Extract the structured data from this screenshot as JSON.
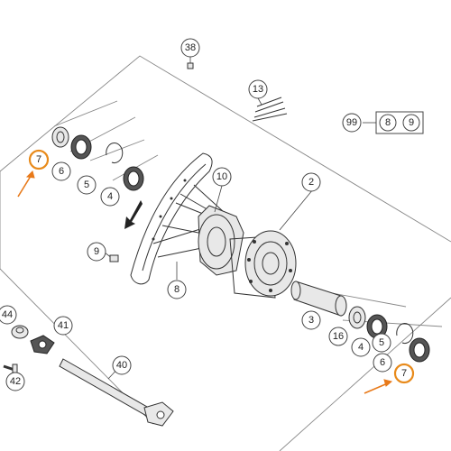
{
  "diagram": {
    "callouts": [
      {
        "id": "c38",
        "label": "38"
      },
      {
        "id": "c13",
        "label": "13"
      },
      {
        "id": "c99",
        "label": "99"
      },
      {
        "id": "c99a",
        "label": "8"
      },
      {
        "id": "c99b",
        "label": "9"
      },
      {
        "id": "c7a",
        "label": "7",
        "highlight": true
      },
      {
        "id": "c6a",
        "label": "6"
      },
      {
        "id": "c5a",
        "label": "5"
      },
      {
        "id": "c4a",
        "label": "4"
      },
      {
        "id": "c10",
        "label": "10"
      },
      {
        "id": "c2",
        "label": "2"
      },
      {
        "id": "c9",
        "label": "9"
      },
      {
        "id": "c8",
        "label": "8"
      },
      {
        "id": "c3",
        "label": "3"
      },
      {
        "id": "c16",
        "label": "16"
      },
      {
        "id": "c4b",
        "label": "4"
      },
      {
        "id": "c5b",
        "label": "5"
      },
      {
        "id": "c6b",
        "label": "6"
      },
      {
        "id": "c7b",
        "label": "7",
        "highlight": true
      },
      {
        "id": "c44",
        "label": "44"
      },
      {
        "id": "c41",
        "label": "41"
      },
      {
        "id": "c40",
        "label": "40"
      },
      {
        "id": "c42",
        "label": "42"
      }
    ],
    "colors": {
      "highlight": "#e88a1a",
      "arrow": "#e87a1a",
      "line": "#333333"
    }
  }
}
